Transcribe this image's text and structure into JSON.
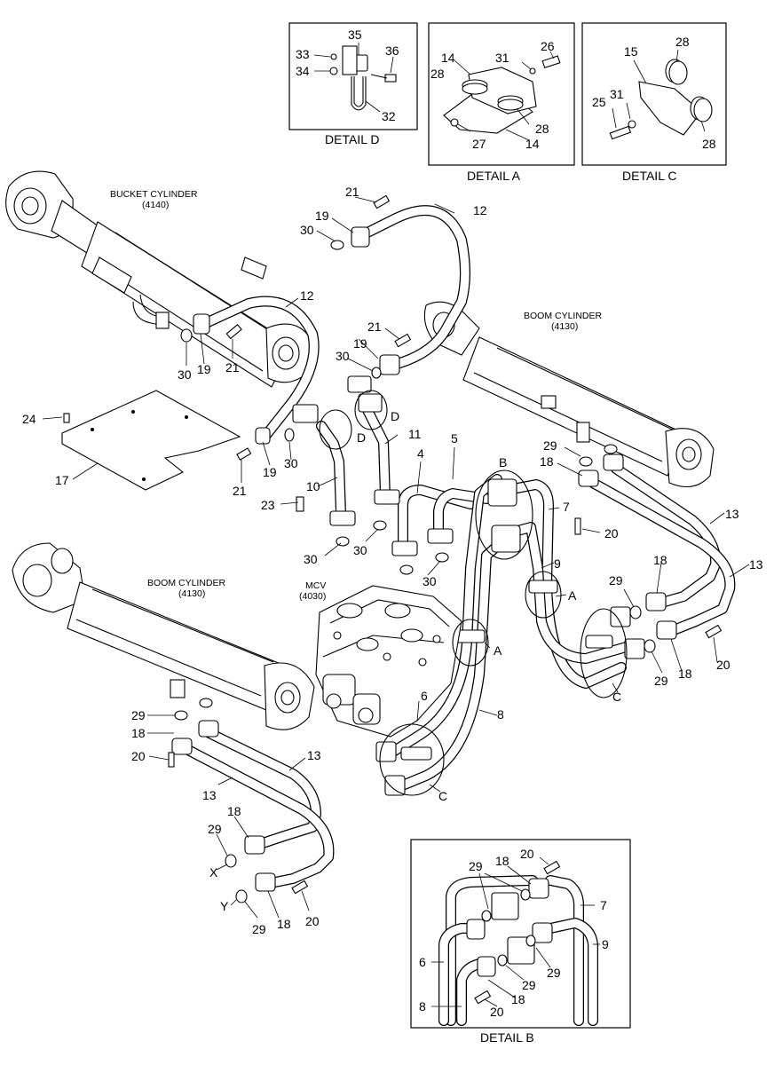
{
  "details": {
    "d": "DETAIL D",
    "a": "DETAIL A",
    "c": "DETAIL C",
    "b": "DETAIL B"
  },
  "components": {
    "bucket_cylinder": "BUCKET CYLINDER",
    "bucket_cylinder_code": "(4140)",
    "boom_cylinder_right": "BOOM CYLINDER",
    "boom_cylinder_right_code": "(4130)",
    "boom_cylinder_left": "BOOM CYLINDER",
    "boom_cylinder_left_code": "(4130)",
    "mcv": "MCV",
    "mcv_code": "(4030)"
  },
  "detail_d_numbers": [
    "35",
    "33",
    "36",
    "34",
    "32"
  ],
  "detail_a_numbers": [
    "26",
    "31",
    "14",
    "28",
    "28",
    "27",
    "14"
  ],
  "detail_c_numbers": [
    "15",
    "28",
    "31",
    "25",
    "28"
  ],
  "main_numbers": [
    "21",
    "12",
    "19",
    "30",
    "12",
    "30",
    "19",
    "21",
    "21",
    "19",
    "30",
    "24",
    "17",
    "D",
    "D",
    "30",
    "19",
    "21",
    "11",
    "10",
    "23",
    "5",
    "4",
    "B",
    "7",
    "29",
    "18",
    "20",
    "13",
    "9",
    "13",
    "30",
    "30",
    "30",
    "18",
    "29",
    "A",
    "A",
    "20",
    "29",
    "18",
    "C",
    "6",
    "8",
    "C",
    "29",
    "18",
    "20",
    "13",
    "13",
    "18",
    "29",
    "X",
    "Y",
    "29",
    "18",
    "20"
  ],
  "detail_b_numbers": [
    "20",
    "29",
    "18",
    "7",
    "6",
    "9",
    "29",
    "29",
    "8",
    "18",
    "20"
  ]
}
